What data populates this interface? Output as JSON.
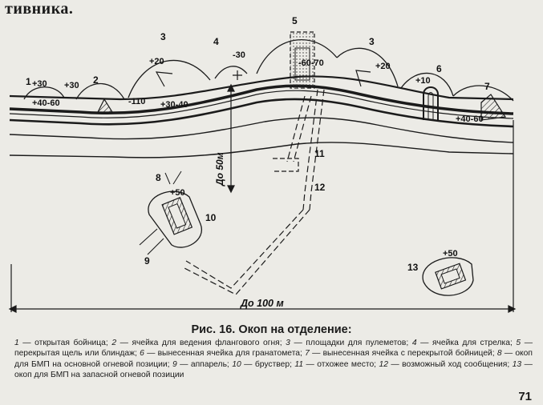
{
  "page": {
    "heading": "тивника.",
    "page_number": "71"
  },
  "figure": {
    "numbers": [
      "1",
      "2",
      "3",
      "3",
      "4",
      "5",
      "6",
      "7",
      "8",
      "9",
      "10",
      "11",
      "12",
      "13"
    ],
    "elevations": {
      "e1a": "+30",
      "e1b": "+30",
      "e1c": "+40-60",
      "e2": "-110",
      "e3a": "+20",
      "e3b": "+20",
      "e4": "+30-40",
      "e5": "-30",
      "e6": "-60-70",
      "e7": "+10",
      "e8": "+40-60",
      "e9": "+50",
      "e10": "+50"
    },
    "distance_50": "До 50м",
    "distance_100": "До 100 м"
  },
  "caption": {
    "title": "Рис. 16. Окоп на отделение:",
    "legend": [
      {
        "num": "1",
        "text": "— открытая бойница;"
      },
      {
        "num": "2",
        "text": "— ячейка для ведения флангового огня;"
      },
      {
        "num": "3",
        "text": "— площадки для пулеметов;"
      },
      {
        "num": "4",
        "text": "— ячейка для стрелка;"
      },
      {
        "num": "5",
        "text": "— перекрытая щель или блиндаж;"
      },
      {
        "num": "6",
        "text": "— вынесенная ячейка для гранатомета;"
      },
      {
        "num": "7",
        "text": "— вынесенная ячейка с перекрытой бойницей;"
      },
      {
        "num": "8",
        "text": "— окоп для БМП на основной огневой позиции;"
      },
      {
        "num": "9",
        "text": "— аппарель;"
      },
      {
        "num": "10",
        "text": "— бруствер;"
      },
      {
        "num": "11",
        "text": "— отхожее место;"
      },
      {
        "num": "12",
        "text": "— возможный ход сообщения;"
      },
      {
        "num": "13",
        "text": "— окоп для БМП на запасной огневой позиции"
      }
    ]
  },
  "colors": {
    "ink": "#1b1b1b",
    "paper": "#ecebe6"
  }
}
